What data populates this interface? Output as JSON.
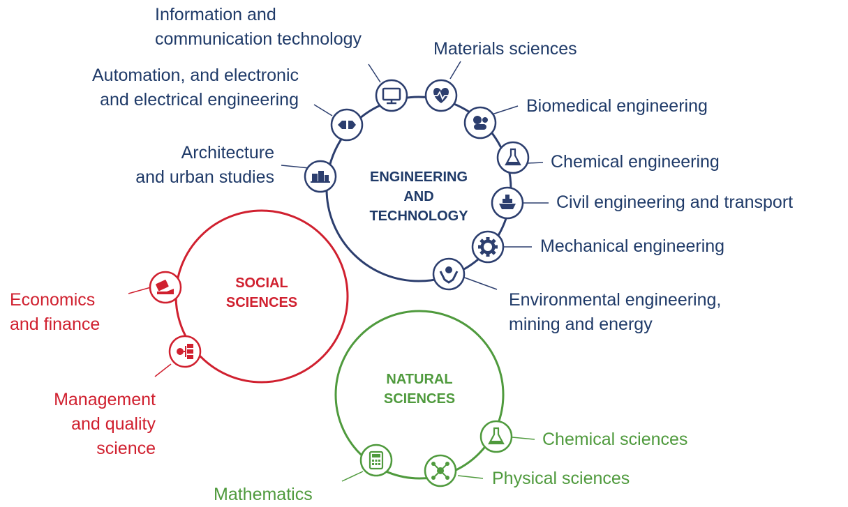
{
  "colors": {
    "engineering": "#2c3e6e",
    "engineering_text": "#1f3a68",
    "social": "#d0202f",
    "natural": "#4f9a3d",
    "background": "#ffffff"
  },
  "hubs": {
    "engineering": {
      "lines": [
        "ENGINEERING",
        "AND",
        "TECHNOLOGY"
      ]
    },
    "social": {
      "lines": [
        "SOCIAL",
        "SCIENCES"
      ]
    },
    "natural": {
      "lines": [
        "NATURAL",
        "SCIENCES"
      ]
    }
  },
  "engineering_disciplines": [
    {
      "lines": [
        "Information and",
        "communication technology"
      ],
      "icon": "monitor-icon"
    },
    {
      "lines": [
        "Materials sciences"
      ],
      "icon": "heart-pulse-icon"
    },
    {
      "lines": [
        "Biomedical engineering"
      ],
      "icon": "pills-icon"
    },
    {
      "lines": [
        "Chemical engineering"
      ],
      "icon": "flask-icon"
    },
    {
      "lines": [
        "Civil engineering and transport"
      ],
      "icon": "ship-icon"
    },
    {
      "lines": [
        "Mechanical engineering"
      ],
      "icon": "gear-icon"
    },
    {
      "lines": [
        "Environmental engineering,",
        "mining and energy"
      ],
      "icon": "hands-globe-icon"
    },
    {
      "lines": [
        "Architecture",
        "and urban studies"
      ],
      "icon": "buildings-icon"
    },
    {
      "lines": [
        "Automation, and electronic",
        "and electrical engineering"
      ],
      "icon": "plug-icon"
    }
  ],
  "social_disciplines": [
    {
      "lines": [
        "Economics",
        "and finance"
      ],
      "icon": "card-hand-icon"
    },
    {
      "lines": [
        "Management",
        "and quality",
        "science"
      ],
      "icon": "org-chart-icon"
    }
  ],
  "natural_disciplines": [
    {
      "lines": [
        "Chemical sciences"
      ],
      "icon": "flask-icon"
    },
    {
      "lines": [
        "Physical sciences"
      ],
      "icon": "molecule-icon"
    },
    {
      "lines": [
        "Mathematics"
      ],
      "icon": "calculator-icon"
    }
  ]
}
